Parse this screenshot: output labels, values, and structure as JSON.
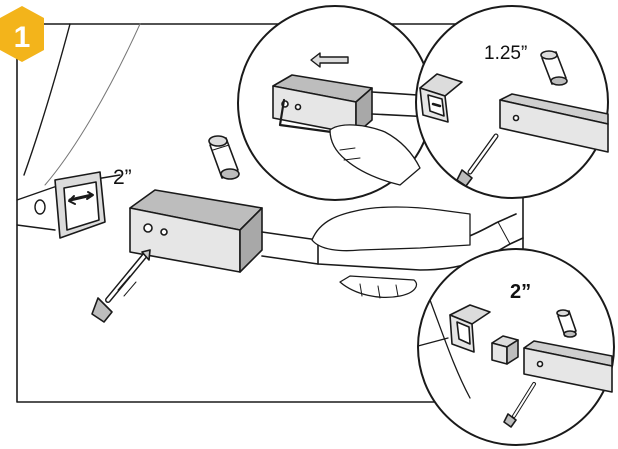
{
  "step": {
    "number": "1",
    "badge_color": "#f3b41b"
  },
  "labels": {
    "main_size": "2”",
    "inset_top_size": "1.25”",
    "inset_bottom_size": "2”"
  },
  "colors": {
    "line": "#1a1a1a",
    "fill_light": "#e4e4e4",
    "fill_mid": "#cfcfcf",
    "fill_dark": "#9a9a9a"
  }
}
